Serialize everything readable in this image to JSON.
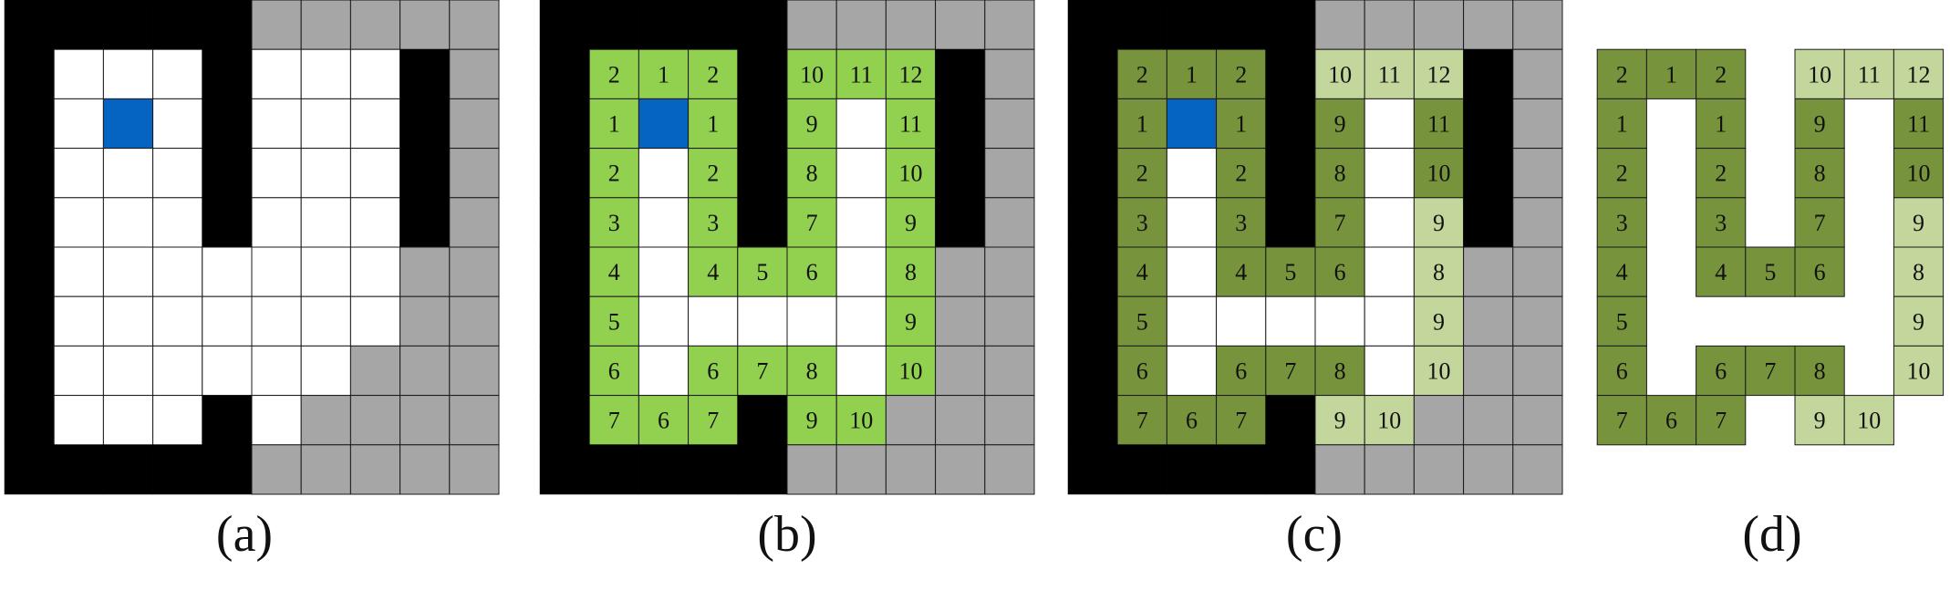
{
  "colors": {
    "wall": "#000000",
    "outside": "#a6a6a6",
    "free": "#ffffff",
    "agent": "#0563c1",
    "path_b": "#92d050",
    "path_c_dark": "#77933c",
    "path_c_light": "#c3d69b",
    "grid_line": "#1a1a1a"
  },
  "grid": {
    "legend": "W = wall, G = outside, F = free, A = agent, N = numbered cell",
    "rows": [
      "WWWWWGGGGG",
      "WFFFWFFFWG",
      "WFAFWFFFWG",
      "WFFFWFFFWG",
      "WFFFWFFFWG",
      "WFFFFFFFGG",
      "WFFFFFFFGG",
      "WFFFFFFGGG",
      "WFFFWFGGGG",
      "WWWWWGGGGG"
    ]
  },
  "numbered_cells": [
    {
      "r": 1,
      "c": 1,
      "n": "2",
      "tone": "dark"
    },
    {
      "r": 1,
      "c": 2,
      "n": "1",
      "tone": "dark"
    },
    {
      "r": 1,
      "c": 3,
      "n": "2",
      "tone": "dark"
    },
    {
      "r": 1,
      "c": 5,
      "n": "10",
      "tone": "light"
    },
    {
      "r": 1,
      "c": 6,
      "n": "11",
      "tone": "light"
    },
    {
      "r": 1,
      "c": 7,
      "n": "12",
      "tone": "light"
    },
    {
      "r": 2,
      "c": 1,
      "n": "1",
      "tone": "dark"
    },
    {
      "r": 2,
      "c": 3,
      "n": "1",
      "tone": "dark"
    },
    {
      "r": 2,
      "c": 5,
      "n": "9",
      "tone": "dark"
    },
    {
      "r": 2,
      "c": 7,
      "n": "11",
      "tone": "dark"
    },
    {
      "r": 3,
      "c": 1,
      "n": "2",
      "tone": "dark"
    },
    {
      "r": 3,
      "c": 3,
      "n": "2",
      "tone": "dark"
    },
    {
      "r": 3,
      "c": 5,
      "n": "8",
      "tone": "dark"
    },
    {
      "r": 3,
      "c": 7,
      "n": "10",
      "tone": "dark"
    },
    {
      "r": 4,
      "c": 1,
      "n": "3",
      "tone": "dark"
    },
    {
      "r": 4,
      "c": 3,
      "n": "3",
      "tone": "dark"
    },
    {
      "r": 4,
      "c": 5,
      "n": "7",
      "tone": "dark"
    },
    {
      "r": 4,
      "c": 7,
      "n": "9",
      "tone": "light"
    },
    {
      "r": 5,
      "c": 1,
      "n": "4",
      "tone": "dark"
    },
    {
      "r": 5,
      "c": 3,
      "n": "4",
      "tone": "dark"
    },
    {
      "r": 5,
      "c": 4,
      "n": "5",
      "tone": "dark"
    },
    {
      "r": 5,
      "c": 5,
      "n": "6",
      "tone": "dark"
    },
    {
      "r": 5,
      "c": 7,
      "n": "8",
      "tone": "light"
    },
    {
      "r": 6,
      "c": 1,
      "n": "5",
      "tone": "dark"
    },
    {
      "r": 6,
      "c": 7,
      "n": "9",
      "tone": "light"
    },
    {
      "r": 7,
      "c": 1,
      "n": "6",
      "tone": "dark"
    },
    {
      "r": 7,
      "c": 3,
      "n": "6",
      "tone": "dark"
    },
    {
      "r": 7,
      "c": 4,
      "n": "7",
      "tone": "dark"
    },
    {
      "r": 7,
      "c": 5,
      "n": "8",
      "tone": "dark"
    },
    {
      "r": 7,
      "c": 7,
      "n": "10",
      "tone": "light"
    },
    {
      "r": 8,
      "c": 1,
      "n": "7",
      "tone": "dark"
    },
    {
      "r": 8,
      "c": 2,
      "n": "6",
      "tone": "dark"
    },
    {
      "r": 8,
      "c": 3,
      "n": "7",
      "tone": "dark"
    },
    {
      "r": 8,
      "c": 5,
      "n": "9",
      "tone": "light"
    },
    {
      "r": 8,
      "c": 6,
      "n": "10",
      "tone": "light"
    }
  ],
  "panels": [
    {
      "id": "a",
      "caption": "(a)",
      "mode": "empty"
    },
    {
      "id": "b",
      "caption": "(b)",
      "mode": "numbered"
    },
    {
      "id": "c",
      "caption": "(c)",
      "mode": "two_tone"
    },
    {
      "id": "d",
      "caption": "(d)",
      "mode": "cells_only"
    }
  ]
}
